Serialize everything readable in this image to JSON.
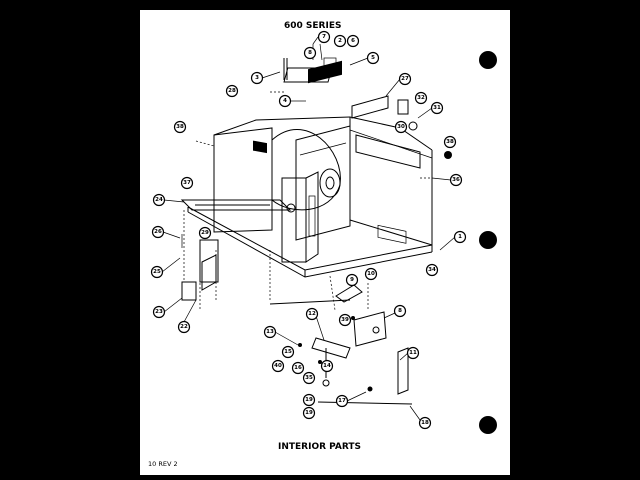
{
  "diagram": {
    "title_top": "600 SERIES",
    "title_bottom": "INTERIOR PARTS",
    "footer": "10 REV 2"
  },
  "callouts": {
    "c7": "7",
    "c2": "2",
    "c6": "6",
    "c8": "8",
    "c5": "5",
    "c3": "3",
    "c28": "28",
    "c4": "4",
    "c27": "27",
    "c32": "32",
    "c31": "31",
    "c30": "30",
    "c38": "38",
    "c36": "36",
    "c37": "37",
    "c24": "24",
    "c26": "26",
    "c25": "25",
    "c29": "29",
    "c22": "22",
    "c23": "23",
    "c1": "1",
    "c34": "34",
    "c9": "9",
    "c10": "10",
    "c12": "12",
    "c39": "39",
    "c13": "13",
    "c15": "15",
    "c40": "40",
    "c16": "16",
    "c35": "35",
    "c14": "14",
    "c17": "17",
    "c11": "11",
    "c18": "18",
    "c19": "19"
  }
}
